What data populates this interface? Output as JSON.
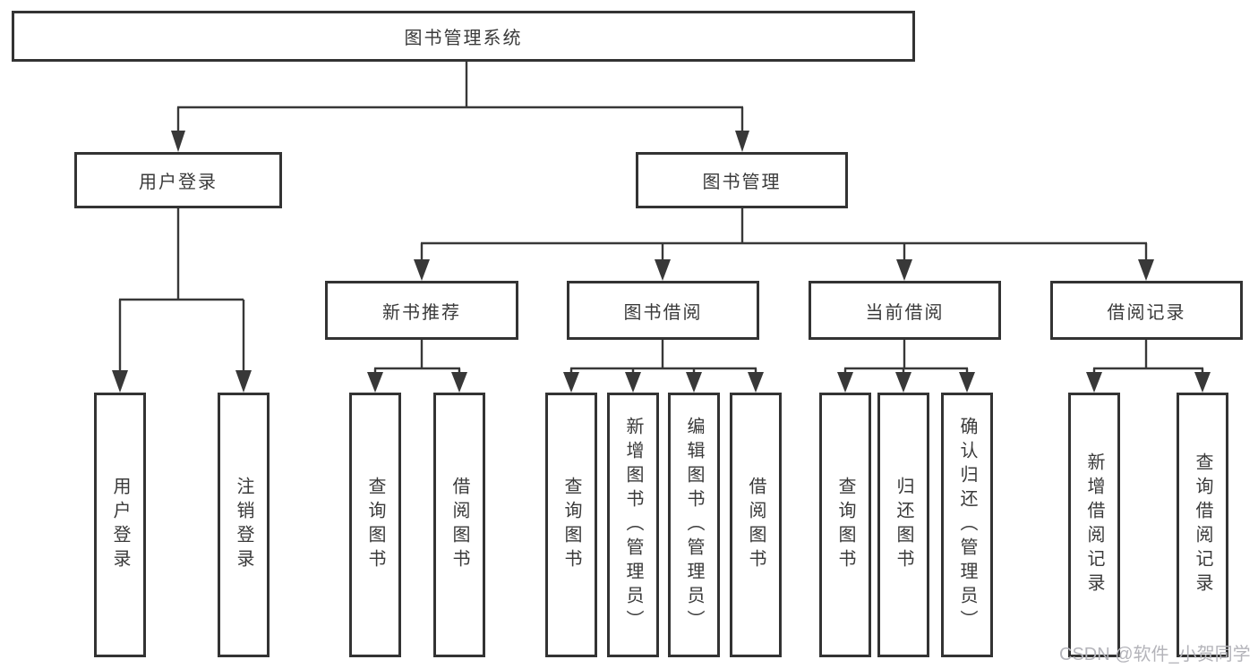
{
  "tree": {
    "root": {
      "label": "图书管理系统"
    },
    "level2": [
      {
        "label": "用户登录"
      },
      {
        "label": "图书管理"
      }
    ],
    "level3": [
      {
        "label": "新书推荐"
      },
      {
        "label": "图书借阅"
      },
      {
        "label": "当前借阅"
      },
      {
        "label": "借阅记录"
      }
    ],
    "leaves": {
      "user_login": [
        "用户登录",
        "注销登录"
      ],
      "new_books": [
        "查询图书",
        "借阅图书"
      ],
      "book_borrow": [
        "查询图书",
        "新增图书（管理员）",
        "编辑图书（管理员）",
        "借阅图书"
      ],
      "current_borrow": [
        "查询图书",
        "归还图书",
        "确认归还（管理员）"
      ],
      "borrow_records": [
        "新增借阅记录",
        "查询借阅记录"
      ]
    }
  },
  "watermark": "CSDN @软件_小贺同学",
  "colors": {
    "line": "#383838",
    "box_border": "#333333",
    "text": "#3a3a3a",
    "watermark": "#b4b4ba",
    "background": "#ffffff"
  }
}
